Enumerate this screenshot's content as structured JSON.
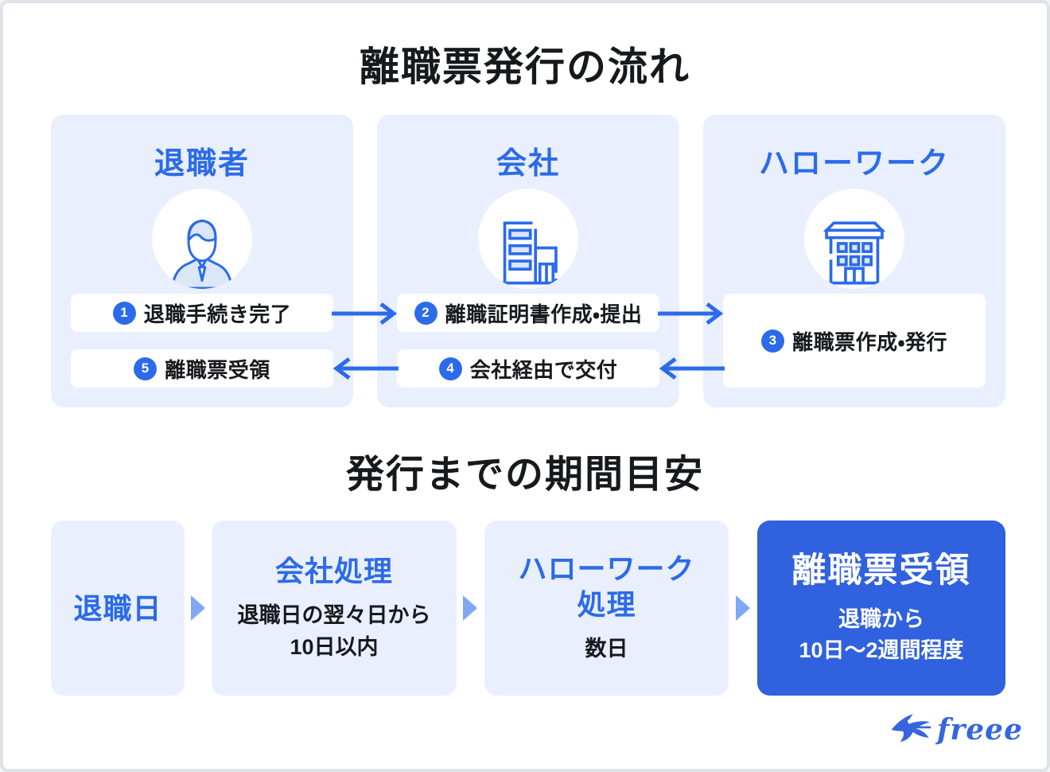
{
  "colors": {
    "accent_blue": "#2b6bea",
    "panel_bg": "#e9effc",
    "highlight_bg": "#3061de",
    "arrow_light_blue": "#7ea8f4",
    "text_dark": "#17191d",
    "logo_blue": "#3566dd"
  },
  "flow": {
    "title": "離職票発行の流れ",
    "actors": [
      {
        "name": "退職者",
        "icon": "person-icon"
      },
      {
        "name": "会社",
        "icon": "company-building-icon"
      },
      {
        "name": "ハローワーク",
        "icon": "hellowork-building-icon"
      }
    ],
    "steps": [
      {
        "num": "1",
        "label": "退職手続き完了"
      },
      {
        "num": "2",
        "label": "離職証明書作成・提出"
      },
      {
        "num": "3",
        "label": "離職票作成・発行"
      },
      {
        "num": "4",
        "label": "会社経由で交付"
      },
      {
        "num": "5",
        "label": "離職票受領"
      }
    ]
  },
  "timeline": {
    "title": "発行までの期間目安",
    "items": [
      {
        "heading": "退職日",
        "detail": "",
        "highlight": false
      },
      {
        "heading": "会社処理",
        "detail": "退職日の翌々日から\n10日以内",
        "highlight": false
      },
      {
        "heading": "ハローワーク\n処理",
        "detail": "数日",
        "highlight": false
      },
      {
        "heading": "離職票受領",
        "detail": "退職から\n10日〜2週間程度",
        "highlight": true
      }
    ]
  },
  "logo_text": "freee"
}
